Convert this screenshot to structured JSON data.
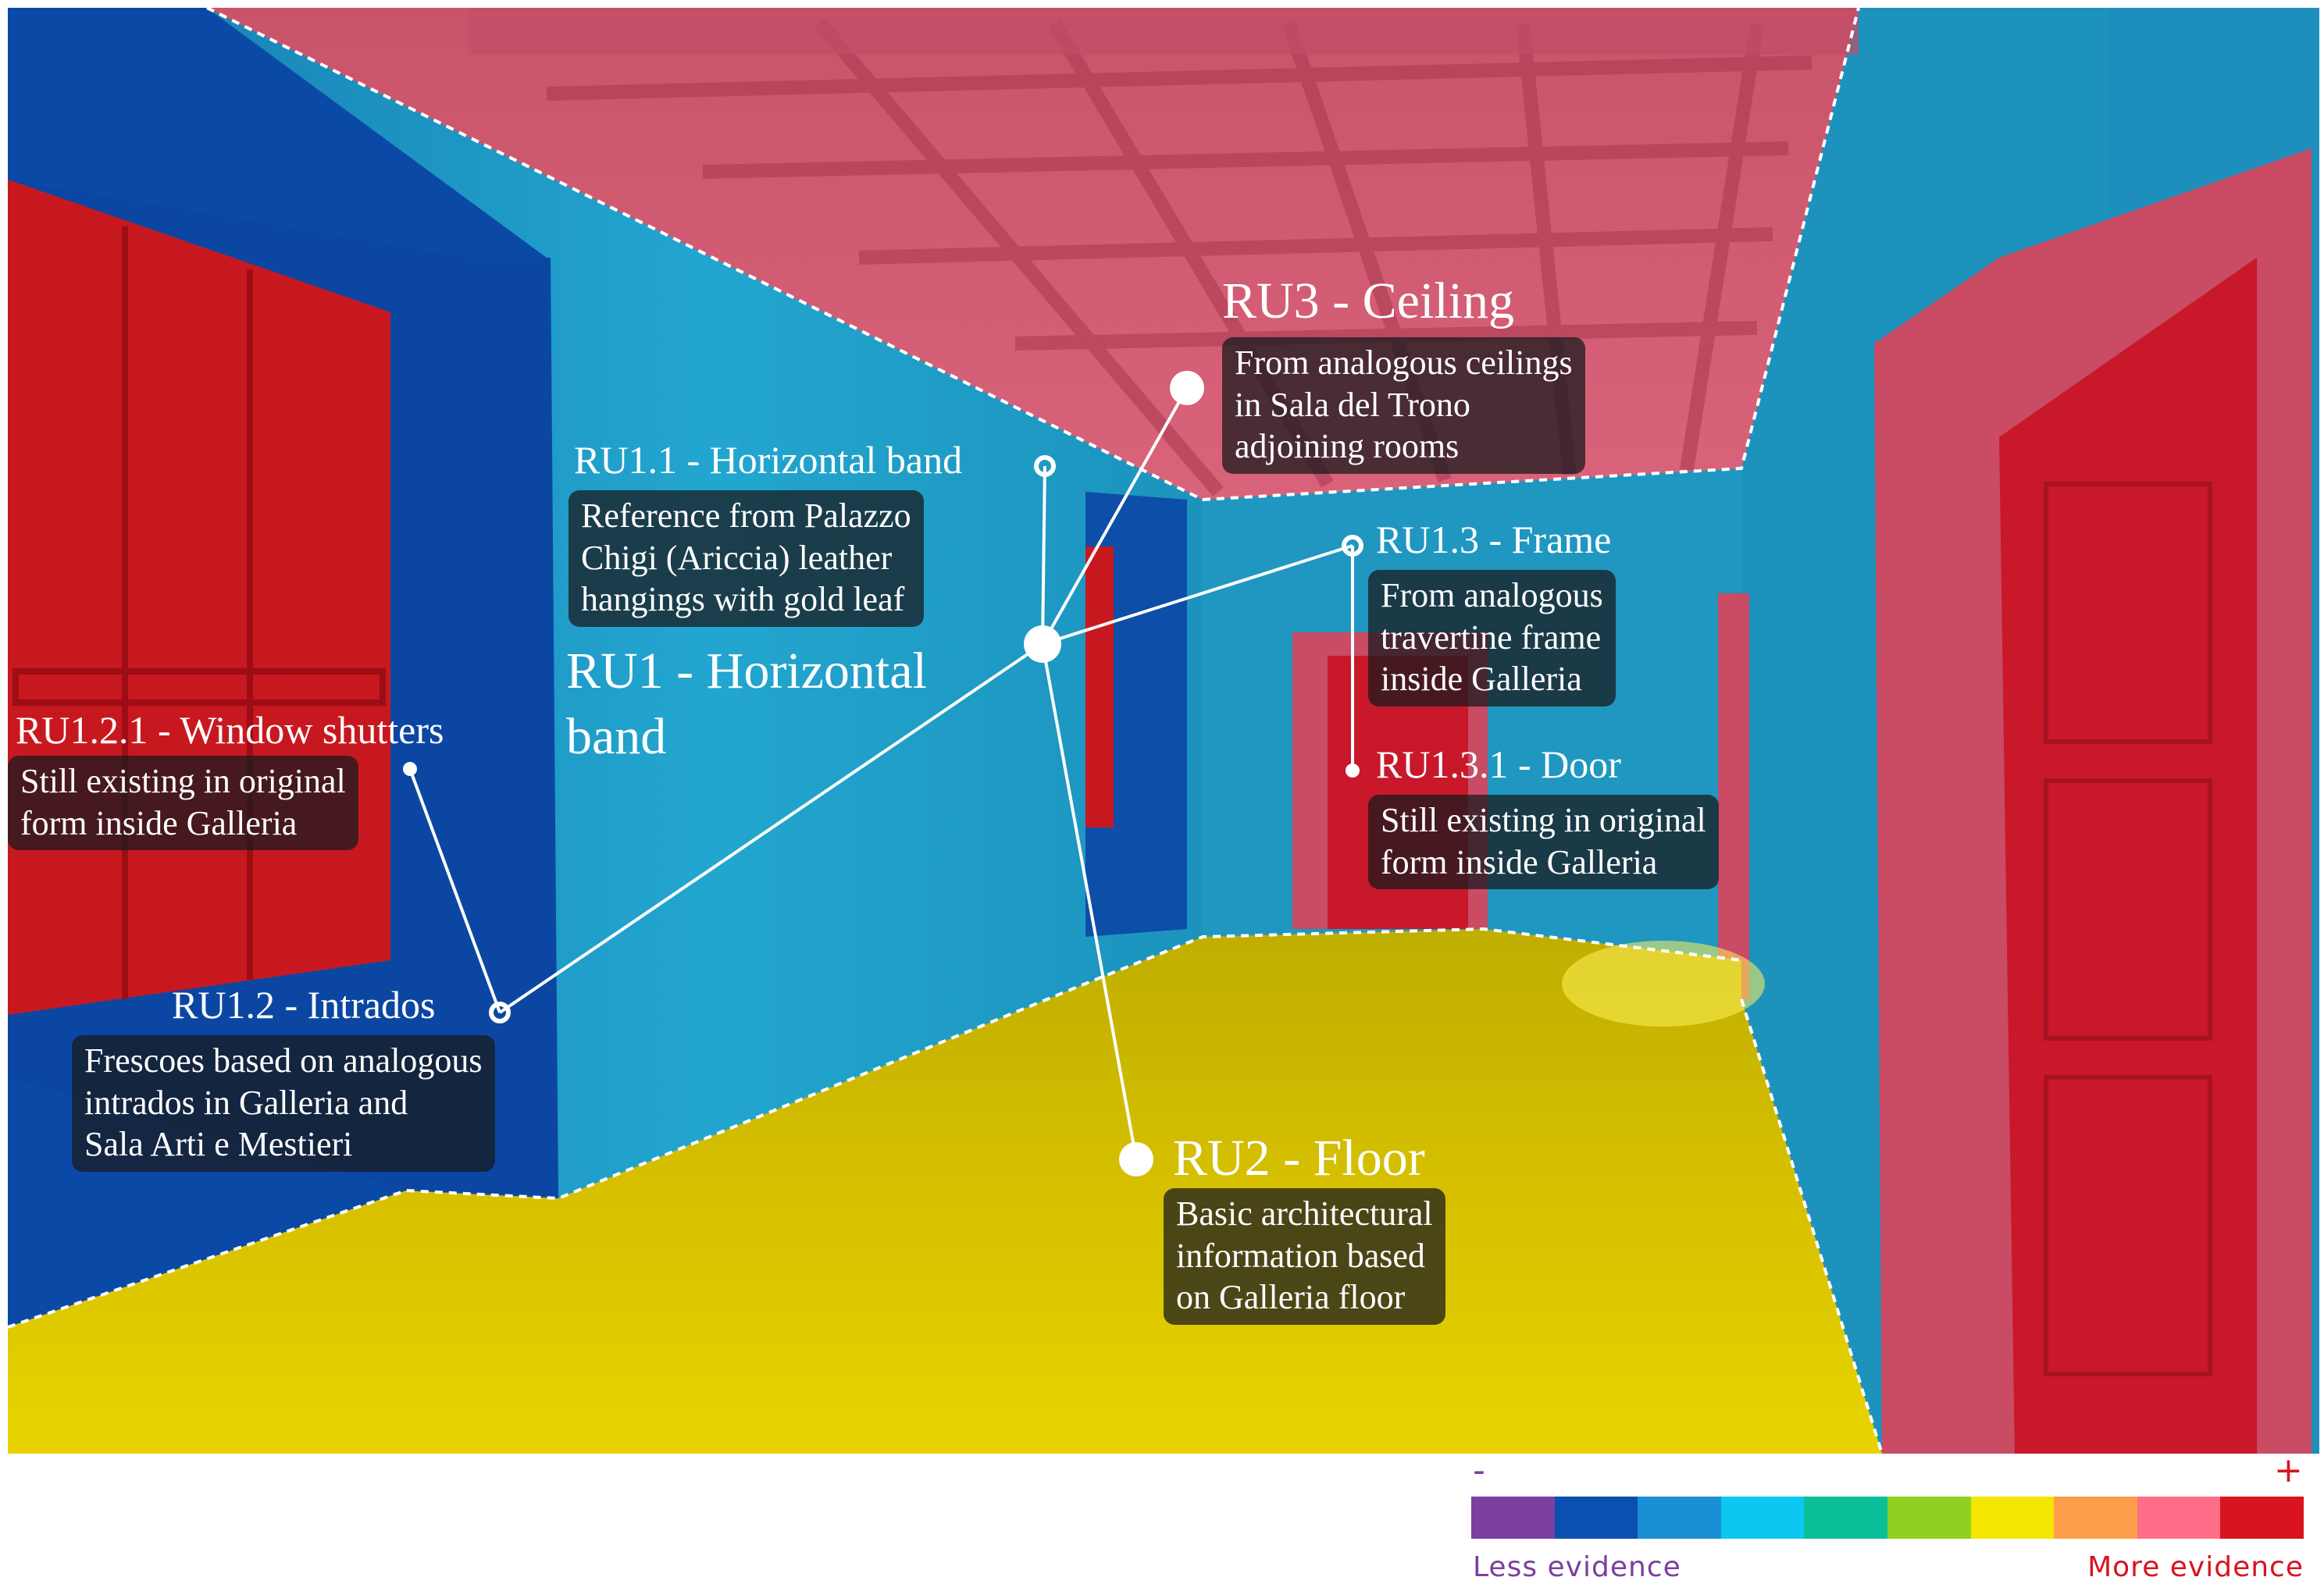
{
  "colors": {
    "wall_blue": "#0a4aa6",
    "wall_cyan": "#1f9bc4",
    "ceiling_pink": "#d65a72",
    "floor_yellow": "#d9c200",
    "shutter_red": "#c8181f",
    "door_red": "#c8182a"
  },
  "labels": {
    "ru3_title": "RU3 - Ceiling",
    "ru11_title": "RU1.1 - Horizontal band",
    "ru13_title": "RU1.3 - Frame",
    "ru1_title_line1": "RU1 - Horizontal",
    "ru1_title_line2": "band",
    "ru121_title": "RU1.2.1 - Window shutters",
    "ru131_title": "RU1.3.1 - Door",
    "ru12_title": "RU1.2 - Intrados",
    "ru2_title": "RU2 - Floor"
  },
  "callouts": {
    "ru3": [
      "From analogous ceilings",
      "in Sala del Trono",
      "adjoining rooms"
    ],
    "ru11": [
      "Reference from Palazzo",
      "Chigi (Ariccia) leather",
      "hangings with gold leaf"
    ],
    "ru13": [
      "From analogous",
      "travertine frame",
      "inside Galleria"
    ],
    "ru121": [
      "Still existing in original",
      "form inside Galleria"
    ],
    "ru131": [
      "Still existing in original",
      "form inside Galleria"
    ],
    "ru12": [
      "Frescoes based on analogous",
      "intrados in Galleria and",
      "Sala Arti e Mestieri"
    ],
    "ru2": [
      "Basic architectural",
      "information based",
      "on Galleria floor"
    ]
  },
  "legend": {
    "minus": "-",
    "plus": "+",
    "less": "Less evidence",
    "more": "More evidence",
    "swatches": [
      "#7b3fa0",
      "#0b4fb0",
      "#1a8fd6",
      "#0cc8f0",
      "#0bbf9a",
      "#8fd020",
      "#f3e600",
      "#ff9e4a",
      "#ff6e86",
      "#d8141f"
    ],
    "minus_color": "#7b3fa0",
    "plus_color": "#d8141f"
  }
}
